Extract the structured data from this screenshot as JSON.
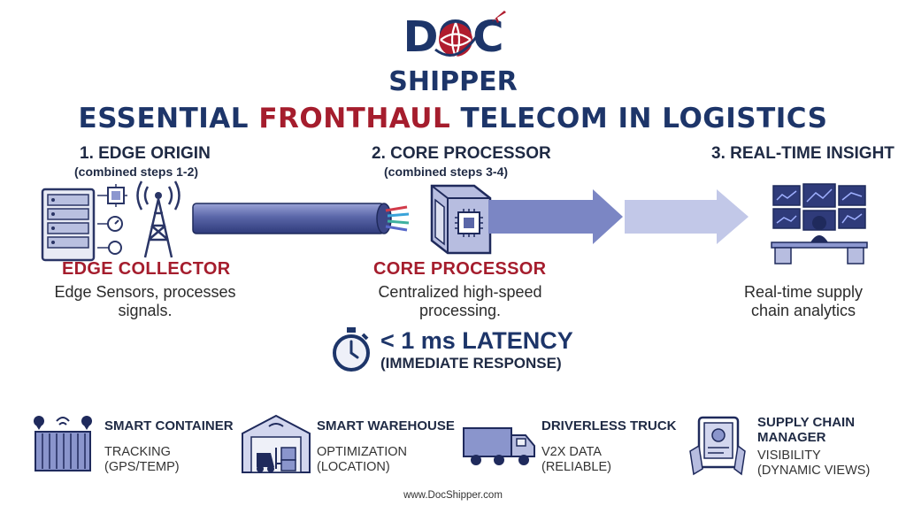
{
  "logo": {
    "top_text": "DOC",
    "bottom_text": "SHIPPER"
  },
  "title": {
    "part1": "ESSENTIAL",
    "highlight": "FRONTHAUL",
    "part2": "TELECOM IN LOGISTICS"
  },
  "stages": [
    {
      "heading": "1. EDGE ORIGIN",
      "sub": "(combined steps 1-2)",
      "name": "EDGE COLLECTOR",
      "desc_line1": "Edge Sensors, processes",
      "desc_line2": "signals."
    },
    {
      "heading": "2. CORE PROCESSOR",
      "sub": "(combined steps 3-4)",
      "name": "CORE PROCESSOR",
      "desc_line1": "Centralized high-speed",
      "desc_line2": "processing."
    },
    {
      "heading": "3. REAL-TIME INSIGHT",
      "desc_line1": "Real-time supply",
      "desc_line2": "chain analytics"
    }
  ],
  "latency": {
    "value": "< 1 ms LATENCY",
    "sub": "(IMMEDIATE RESPONSE)"
  },
  "bottom_items": [
    {
      "title": "SMART CONTAINER",
      "line1": "TRACKING",
      "line2": "(GPS/TEMP)",
      "icon": "container-icon"
    },
    {
      "title": "SMART WAREHOUSE",
      "line1": "OPTIMIZATION",
      "line2": "(LOCATION)",
      "icon": "warehouse-icon"
    },
    {
      "title": "DRIVERLESS TRUCK",
      "line1": "V2X DATA",
      "line2": "(RELIABLE)",
      "icon": "truck-icon"
    },
    {
      "title_line1": "SUPPLY CHAIN",
      "title_line2": "MANAGER",
      "line1": "VISIBILITY",
      "line2": "(DYNAMIC VIEWS)",
      "icon": "tablet-icon"
    }
  ],
  "website": "www.DocShipper.com",
  "colors": {
    "navy": "#1d3569",
    "red": "#a51d2d",
    "cable": "#5a66a8",
    "arrow": "#7b86c4"
  }
}
